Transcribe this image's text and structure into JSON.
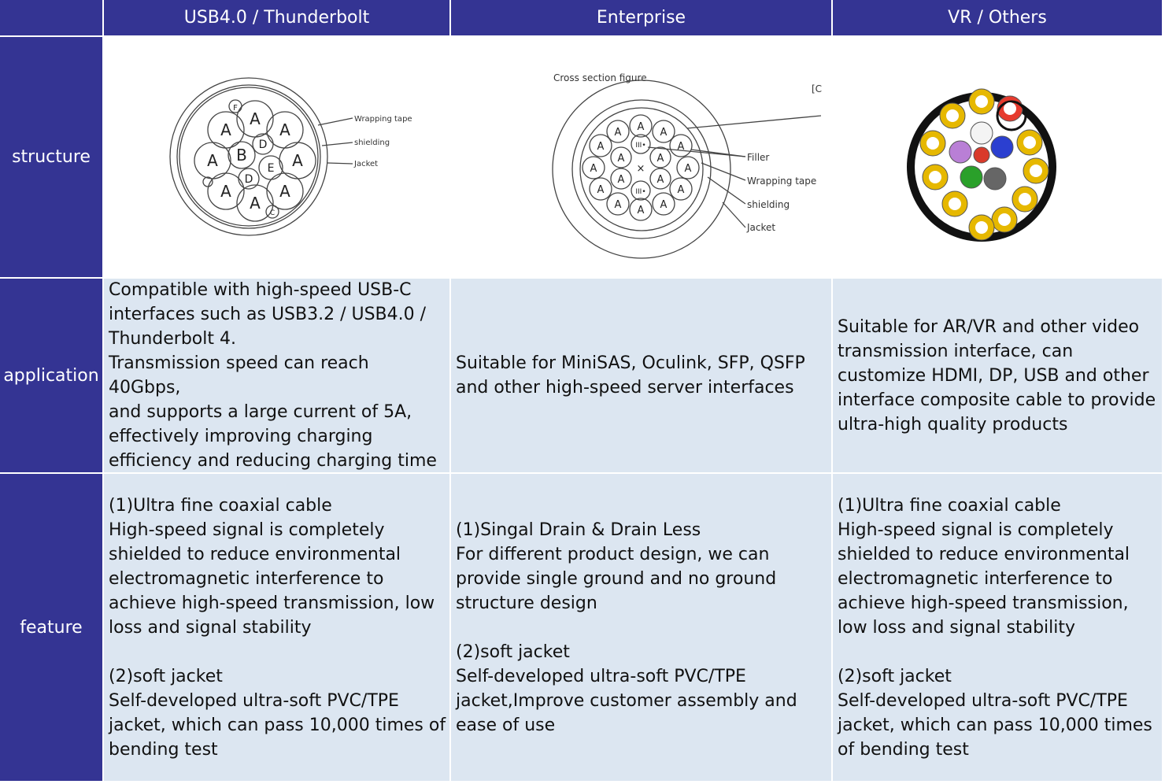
{
  "header": {
    "corner": "",
    "col1": "USB4.0 / Thunderbolt",
    "col2": "Enterprise",
    "col3": "VR / Others"
  },
  "rows": {
    "structure": "structure",
    "application": "application",
    "feature": "feature"
  },
  "structure": {
    "usb_labels": {
      "wrap": "Wrapping tape",
      "shield": "shielding",
      "jacket": "Jacket"
    },
    "usb_letters": {
      "a": "A",
      "b": "B",
      "d": "D",
      "e": "E",
      "f": "F",
      "c": "C"
    },
    "ent_title": "Cross section figure",
    "ent_corner": "[C",
    "ent_labels": {
      "filler": "Filler",
      "wrap": "Wrapping tape",
      "shield": "shielding",
      "jacket": "Jacket"
    },
    "ent_letters": {
      "a": "A",
      "x": "×",
      "iii": "III•"
    }
  },
  "application": {
    "col1": "Compatible with high-speed USB-C\ninterfaces such as USB3.2 / USB4.0 /\nThunderbolt 4.\nTransmission speed can reach 40Gbps,\nand supports a large current of 5A,\neffectively improving charging\nefficiency and reducing charging time",
    "col2": "Suitable for MiniSAS, Oculink, SFP, QSFP\nand other high-speed server interfaces",
    "col3": "Suitable for AR/VR and other video\ntransmission interface, can\ncustomize HDMI, DP, USB and other\ninterface composite cable to provide\nultra-high quality products"
  },
  "feature": {
    "col1": "(1)Ultra fine coaxial cable\nHigh-speed signal is completely\nshielded to reduce environmental\nelectromagnetic interference to\nachieve high-speed transmission, low\nloss and signal stability\n\n(2)soft jacket\nSelf-developed ultra-soft PVC/TPE\njacket, which can pass 10,000 times of\nbending test",
    "col2": "(1)Singal Drain & Drain Less\nFor different product design, we can\nprovide single ground and no ground\nstructure design\n\n(2)soft jacket\nSelf-developed ultra-soft PVC/TPE\njacket,Improve customer assembly and\nease of use",
    "col3": "(1)Ultra fine coaxial cable\nHigh-speed signal is completely\nshielded to reduce environmental\nelectromagnetic interference to\nachieve high-speed transmission,\nlow loss and signal stability\n\n(2)soft jacket\nSelf-developed ultra-soft PVC/TPE\njacket, which can pass 10,000 times\nof bending test"
  },
  "colors": {
    "header": "#343493",
    "body": "#dce6f1",
    "border": "#ffffff"
  }
}
